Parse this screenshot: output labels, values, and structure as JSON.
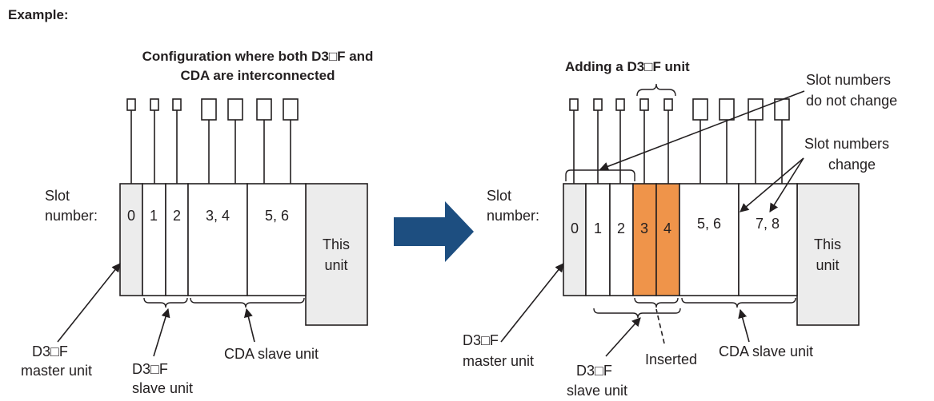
{
  "example_label": "Example:",
  "left": {
    "title_line1": "Configuration where both D3□F and",
    "title_line2": "CDA are interconnected",
    "slot_label_line1": "Slot",
    "slot_label_line2": "number:",
    "slots": [
      "0",
      "1",
      "2",
      "3, 4",
      "5, 6"
    ],
    "this_unit_line1": "This",
    "this_unit_line2": "unit",
    "master_line1": "D3□F",
    "master_line2": "master unit",
    "slave_line1": "D3□F",
    "slave_line2": "slave unit",
    "cda_label": "CDA slave unit"
  },
  "arrow_color": "#1d4e80",
  "right": {
    "title": "Adding a D3□F unit",
    "slot_label_line1": "Slot",
    "slot_label_line2": "number:",
    "slots": [
      "0",
      "1",
      "2",
      "3",
      "4",
      "5, 6",
      "7, 8"
    ],
    "this_unit_line1": "This",
    "this_unit_line2": "unit",
    "note_unchanged_line1": "Slot numbers",
    "note_unchanged_line2": "do not change",
    "note_changed_line1": "Slot numbers",
    "note_changed_line2": "change",
    "master_line1": "D3□F",
    "master_line2": "master unit",
    "slave_line1": "D3□F",
    "slave_line2": "slave unit",
    "inserted_label": "Inserted",
    "cda_label": "CDA slave unit",
    "inserted_color": "#ef944a"
  }
}
